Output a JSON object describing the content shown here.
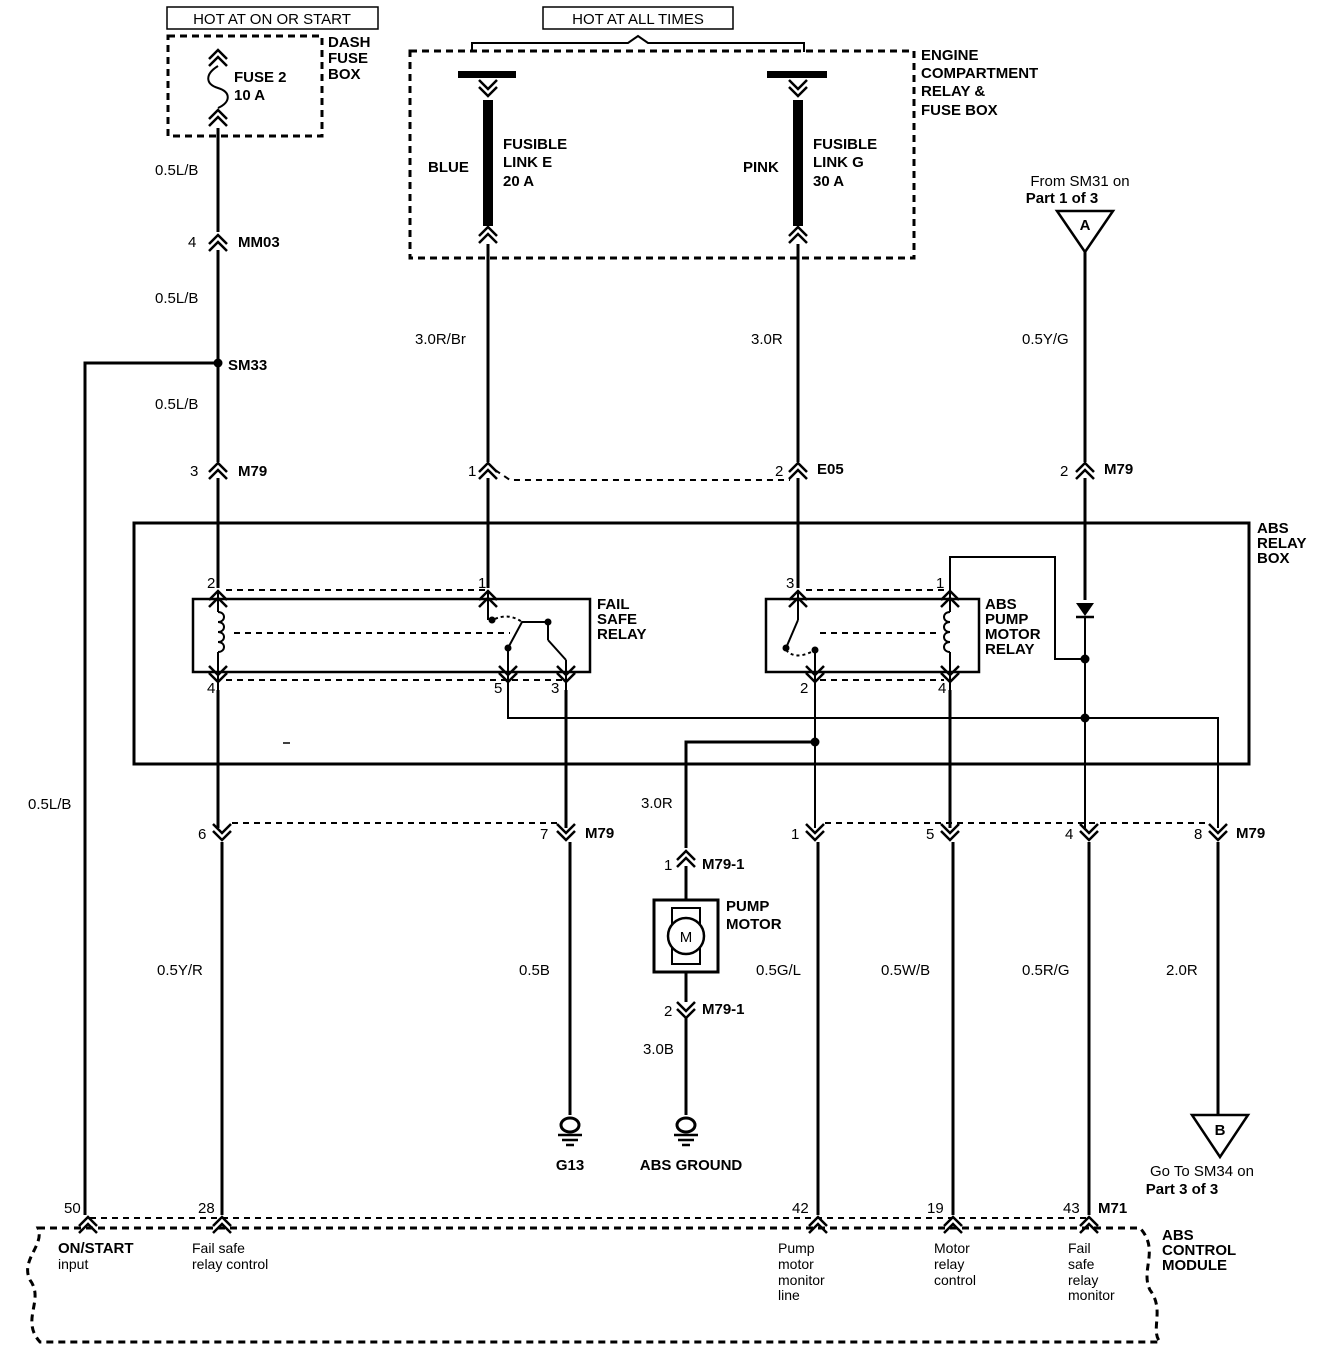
{
  "headers": {
    "hot_on_start": "HOT AT ON OR START",
    "hot_all_times": "HOT AT ALL TIMES"
  },
  "dash_fuse_box": {
    "title": [
      "DASH",
      "FUSE",
      "BOX"
    ],
    "fuse": [
      "FUSE 2",
      "10 A"
    ]
  },
  "engine_box": {
    "title": [
      "ENGINE",
      "COMPARTMENT",
      "RELAY &",
      "FUSE BOX"
    ],
    "link_e_color": "BLUE",
    "link_e": [
      "FUSIBLE",
      "LINK E",
      "20 A"
    ],
    "link_g_color": "PINK",
    "link_g": [
      "FUSIBLE",
      "LINK G",
      "30 A"
    ]
  },
  "offpage": {
    "a_note": [
      "From SM31 on",
      "Part 1 of 3"
    ],
    "a_letter": "A",
    "b_note": [
      "Go To SM34 on",
      "Part 3 of 3"
    ],
    "b_letter": "B"
  },
  "wires": {
    "lb1": "0.5L/B",
    "lb2": "0.5L/B",
    "lb3": "0.5L/B",
    "lb_left": "0.5L/B",
    "rbr": "3.0R/Br",
    "r": "3.0R",
    "yg": "0.5Y/G",
    "r_pump": "3.0R",
    "yr": "0.5Y/R",
    "b": "0.5B",
    "b_pump": "3.0B",
    "gl": "0.5G/L",
    "wb": "0.5W/B",
    "rg": "0.5R/G",
    "r2": "2.0R"
  },
  "connectors": {
    "mm03": "MM03",
    "mm03_pin": "4",
    "sm33": "SM33",
    "m79_a": "M79",
    "m79_a_pin": "3",
    "e05": "E05",
    "e05_pin1": "1",
    "e05_pin2": "2",
    "m79_b": "M79",
    "m79_b_pin": "2",
    "m79_c": "M79",
    "m79_c_pins": [
      "6",
      "7",
      "1",
      "5",
      "4",
      "8"
    ],
    "m79_1_top": "M79-1",
    "m79_1_top_pin": "1",
    "m79_1_bot": "M79-1",
    "m79_1_bot_pin": "2",
    "m71": "M71"
  },
  "relay_box": {
    "title": [
      "ABS",
      "RELAY",
      "BOX"
    ],
    "fail_safe": [
      "FAIL",
      "SAFE",
      "RELAY"
    ],
    "fail_safe_pins": [
      "2",
      "1",
      "4",
      "5",
      "3"
    ],
    "pump_relay": [
      "ABS",
      "PUMP",
      "MOTOR",
      "RELAY"
    ],
    "pump_relay_pins": [
      "3",
      "1",
      "2",
      "4"
    ]
  },
  "pump_motor": {
    "label": [
      "PUMP",
      "MOTOR"
    ],
    "symbol": "M"
  },
  "grounds": {
    "g13": "G13",
    "abs": "ABS GROUND"
  },
  "module": {
    "title": [
      "ABS",
      "CONTROL",
      "MODULE"
    ],
    "pins": [
      "50",
      "28",
      "42",
      "19",
      "43"
    ],
    "pin_labels": [
      [
        "ON/START",
        "input"
      ],
      [
        "Fail safe",
        "relay control"
      ],
      [
        "Pump",
        "motor",
        "monitor",
        "line"
      ],
      [
        "Motor",
        "relay",
        "control"
      ],
      [
        "Fail",
        "safe",
        "relay",
        "monitor"
      ]
    ]
  }
}
